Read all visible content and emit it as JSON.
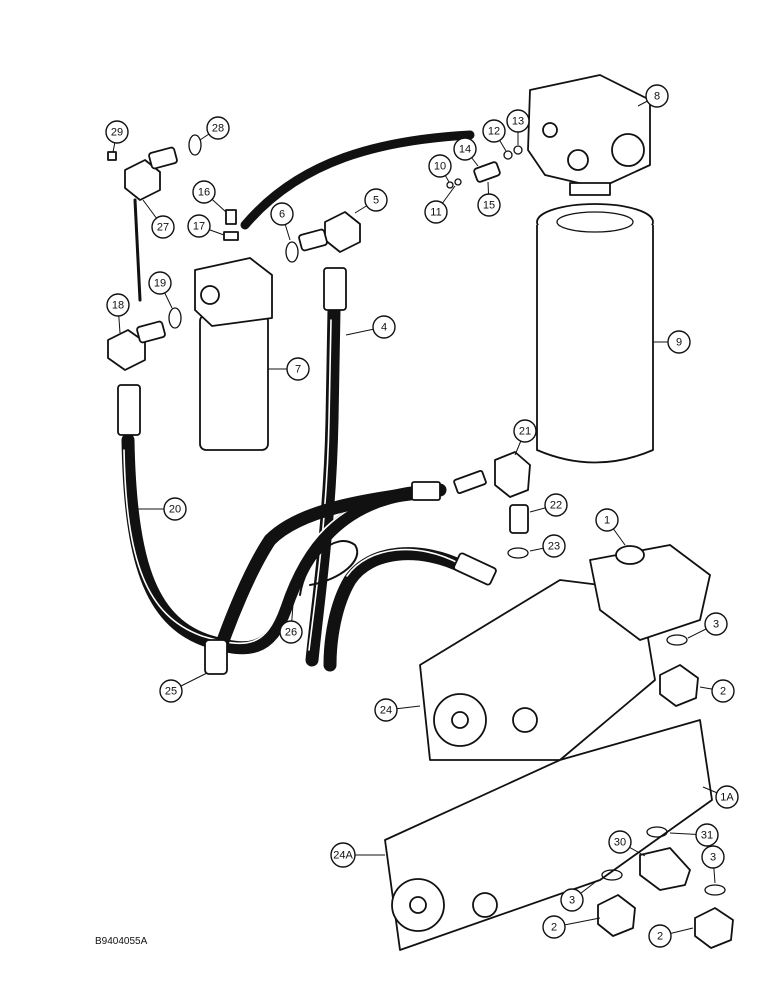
{
  "diagram": {
    "figure_code": "B9404055A",
    "callouts": [
      {
        "id": "c1",
        "label": "1"
      },
      {
        "id": "c1a",
        "label": "1A"
      },
      {
        "id": "c2a",
        "label": "2"
      },
      {
        "id": "c2b",
        "label": "2"
      },
      {
        "id": "c2c",
        "label": "2"
      },
      {
        "id": "c3a",
        "label": "3"
      },
      {
        "id": "c3b",
        "label": "3"
      },
      {
        "id": "c3c",
        "label": "3"
      },
      {
        "id": "c4",
        "label": "4"
      },
      {
        "id": "c5",
        "label": "5"
      },
      {
        "id": "c6",
        "label": "6"
      },
      {
        "id": "c7",
        "label": "7"
      },
      {
        "id": "c8",
        "label": "8"
      },
      {
        "id": "c9",
        "label": "9"
      },
      {
        "id": "c10",
        "label": "10"
      },
      {
        "id": "c11",
        "label": "11"
      },
      {
        "id": "c12",
        "label": "12"
      },
      {
        "id": "c13",
        "label": "13"
      },
      {
        "id": "c14",
        "label": "14"
      },
      {
        "id": "c15",
        "label": "15"
      },
      {
        "id": "c16",
        "label": "16"
      },
      {
        "id": "c17",
        "label": "17"
      },
      {
        "id": "c18",
        "label": "18"
      },
      {
        "id": "c19",
        "label": "19"
      },
      {
        "id": "c20",
        "label": "20"
      },
      {
        "id": "c21",
        "label": "21"
      },
      {
        "id": "c22",
        "label": "22"
      },
      {
        "id": "c23",
        "label": "23"
      },
      {
        "id": "c24",
        "label": "24"
      },
      {
        "id": "c24a",
        "label": "24A"
      },
      {
        "id": "c25",
        "label": "25"
      },
      {
        "id": "c26",
        "label": "26"
      },
      {
        "id": "c27",
        "label": "27"
      },
      {
        "id": "c28",
        "label": "28"
      },
      {
        "id": "c29",
        "label": "29"
      },
      {
        "id": "c30",
        "label": "30"
      },
      {
        "id": "c31",
        "label": "31"
      }
    ]
  }
}
